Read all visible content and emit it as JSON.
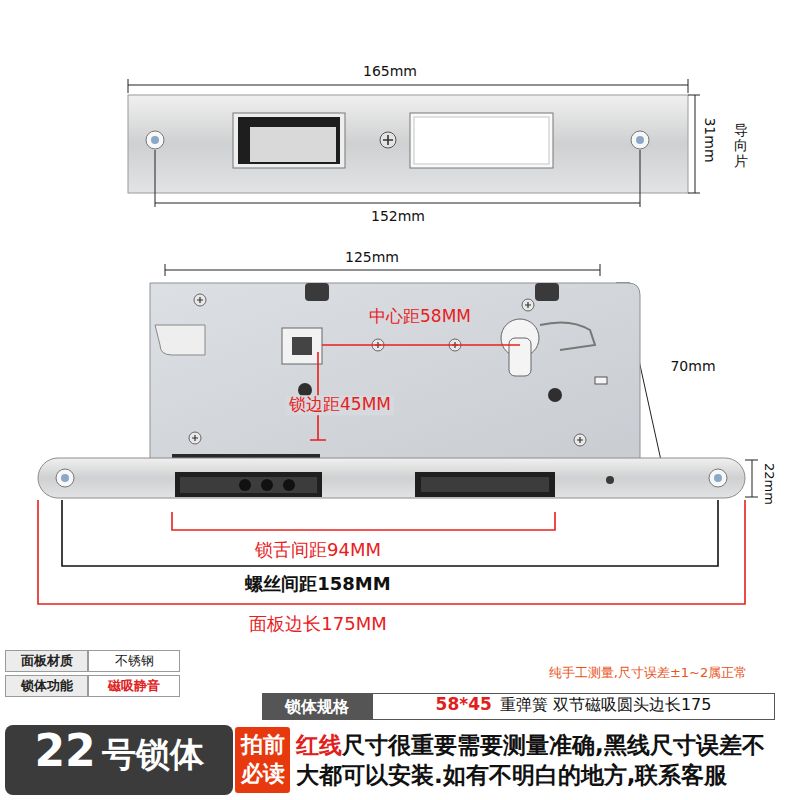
{
  "diagram": {
    "nodes": [
      {
        "text": [
          "面板材质"
        ]
      },
      {
        "text": [
          "不锈钢"
        ]
      },
      {
        "text": [
          "锁体功能"
        ]
      },
      {
        "text": [
          "磁吸静音"
        ]
      },
      {
        "text": [
          "锁体规格"
        ]
      },
      {
        "text": [
          "58*45",
          "重弹簧 双节磁吸圆头边长175"
        ]
      },
      {
        "text": [
          "22",
          "号锁体"
        ]
      },
      {
        "text": [
          "拍前 必读"
        ]
      }
    ],
    "labels": [
      "165mm",
      "152mm",
      "31mm",
      "导向片",
      "125mm",
      "中心距58MM",
      "70mm",
      "锁边距45MM",
      "22mm",
      "锁舌间距94MM",
      "螺丝间距158MM",
      "面板边长175MM",
      "纯手工测量,尺寸误差±1~2属正常",
      "红线",
      "尺寸很重要需要测量准确,",
      "黑线",
      "尺寸误差不大都可以安装.如有不明白的地方,联系客服"
    ]
  }
}
